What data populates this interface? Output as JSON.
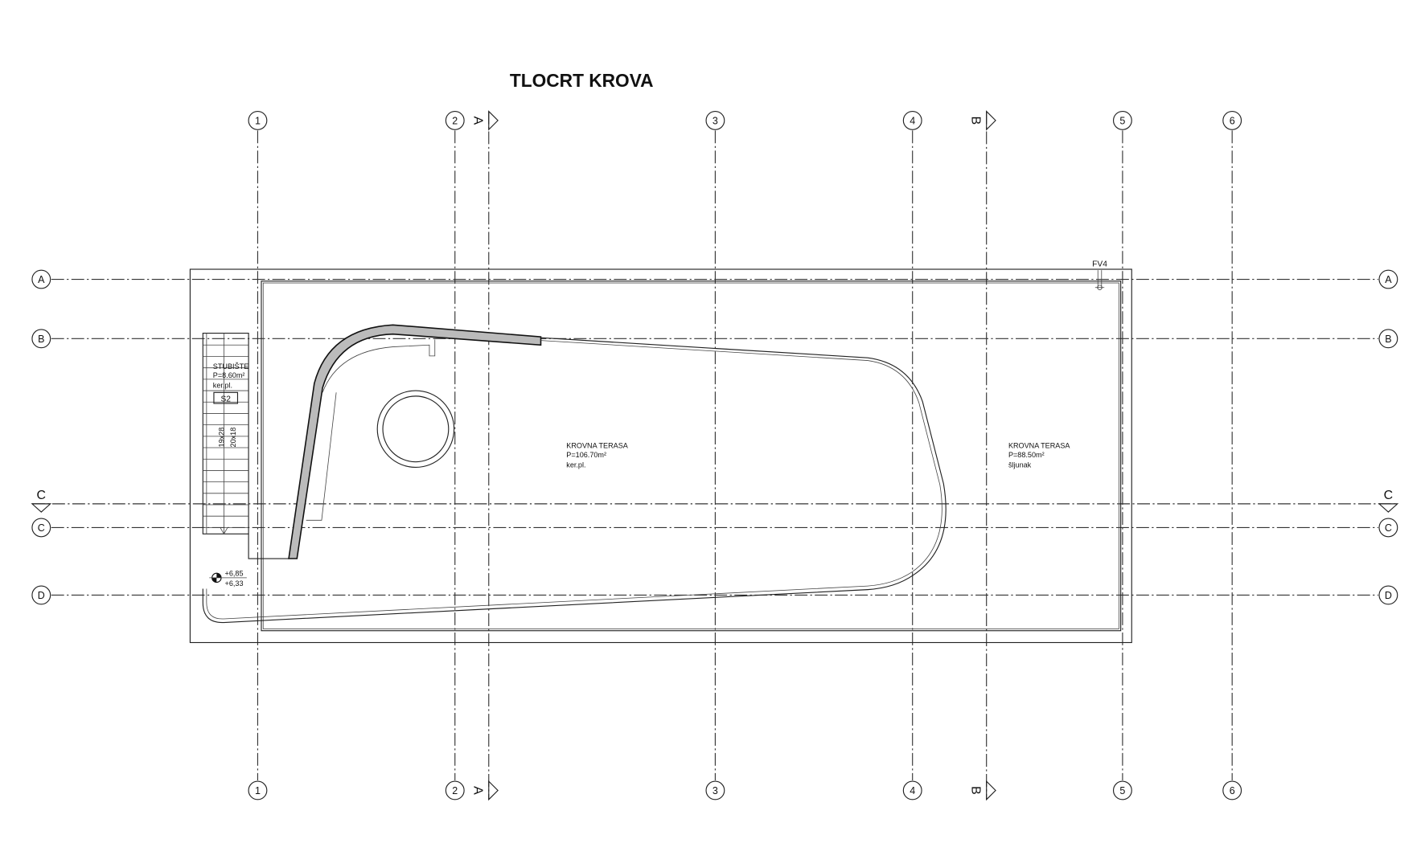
{
  "title": "TLOCRT KROVA",
  "vertical_axes": [
    "1",
    "2",
    "3",
    "4",
    "5",
    "6"
  ],
  "horizontal_axes": [
    "A",
    "B",
    "C",
    "D"
  ],
  "section_marks": {
    "a": "A",
    "b": "B",
    "c": "C"
  },
  "stair": {
    "name": "STUBIŠTE",
    "area": "P=8.60m²",
    "finish": "ker.pl.",
    "tag": "S2",
    "steps_1": "19x28",
    "steps_2": "20x18"
  },
  "terrace_1": {
    "name": "KROVNA TERASA",
    "area": "P=106.70m²",
    "finish": "ker.pl."
  },
  "terrace_2": {
    "name": "KROVNA TERASA",
    "area": "P=88.50m²",
    "finish": "šljunak"
  },
  "level": {
    "top": "+6,85",
    "bottom": "+6,33"
  },
  "drain": "FV4"
}
